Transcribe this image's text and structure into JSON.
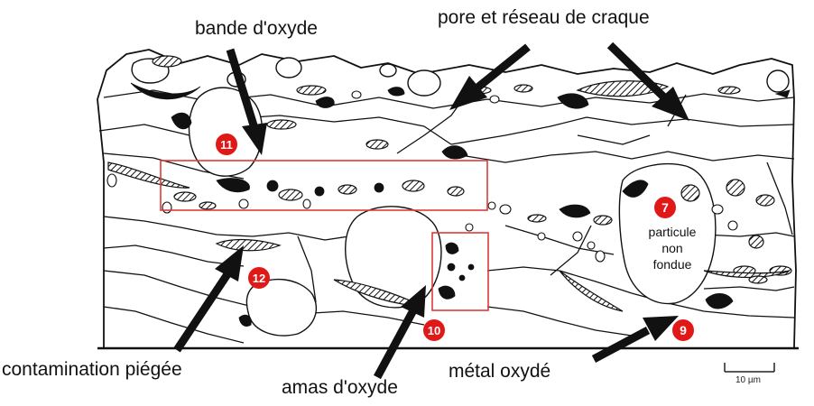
{
  "labels": {
    "oxide_band": "bande d'oxyde",
    "pore_crack": "pore et réseau de craque",
    "contamination": "contamination piégée",
    "oxide_cluster": "amas d'oxyde",
    "oxidized_metal": "métal oxydé",
    "unmelted_particle_line1": "particule",
    "unmelted_particle_line2": "non",
    "unmelted_particle_line3": "fondue"
  },
  "markers": {
    "m7": "7",
    "m9": "9",
    "m10": "10",
    "m11": "11",
    "m12": "12"
  },
  "scale_bar": {
    "label": "10 µm"
  },
  "colors": {
    "ink": "#111111",
    "highlight_box": "#e03a3a",
    "marker_fill": "#e01818",
    "marker_text": "#ffffff"
  }
}
